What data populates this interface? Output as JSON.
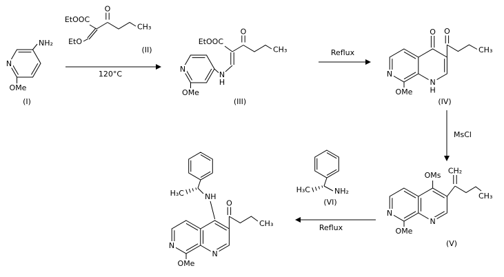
{
  "scheme": {
    "type": "chemical-reaction-scheme",
    "colors": {
      "background": "#ffffff",
      "line": "#000000",
      "text": "#000000"
    },
    "compounds": {
      "I": {
        "label": "(I)",
        "atoms": {
          "ring_n": "N",
          "amine": "NH₂",
          "methoxy": "OMe"
        }
      },
      "II": {
        "label": "(II)",
        "atoms": {
          "ester": "EtOOC",
          "ketone_o": "O",
          "ethoxy": "EtO",
          "methyl": "CH₃"
        }
      },
      "III": {
        "label": "(III)",
        "atoms": {
          "ester": "EtOOC",
          "ketone_o": "O",
          "methyl": "CH₃",
          "ring_n": "N",
          "nh_n": "N",
          "nh_h": "H",
          "methoxy": "OMe"
        }
      },
      "IV": {
        "label": "(IV)",
        "atoms": {
          "oxo_o": "O",
          "ketone_o": "O",
          "methyl": "CH₃",
          "ring_n": "N",
          "nh_n": "N",
          "nh_h": "H",
          "methoxy": "OMe"
        }
      },
      "V": {
        "label": "(V)",
        "atoms": {
          "mesylate": "OMs",
          "methylene": "CH₂",
          "methyl": "CH₃",
          "ring_n1": "N",
          "ring_n2": "N",
          "methoxy": "OMe"
        }
      },
      "VI": {
        "label": "(VI)",
        "atoms": {
          "methyl": "H₃C",
          "amine": "NH₂"
        }
      },
      "product": {
        "atoms": {
          "methyl_stereo": "H₃C",
          "amine_nh": "NH",
          "ketone_o": "O",
          "methyl": "CH₃",
          "ring_n1": "N",
          "ring_n2": "N",
          "methoxy": "OMe"
        }
      }
    },
    "steps": {
      "step1": {
        "condition": "120°C"
      },
      "step2": {
        "condition": "Reflux"
      },
      "step3": {
        "condition": "MsCl"
      },
      "step4": {
        "condition": "Reflux"
      }
    }
  }
}
